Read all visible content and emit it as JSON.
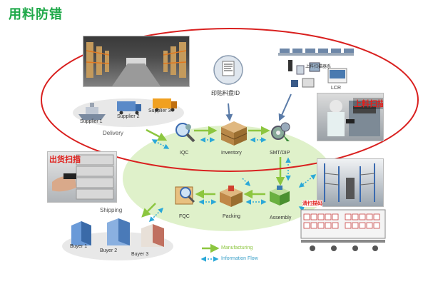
{
  "title": "用料防错",
  "center_label": "印贴料盘ID",
  "photo_labels": {
    "warehouse": "",
    "scan_in": "上料扫描",
    "scan_out": "出货扫描",
    "line_scan": "清扫描码",
    "lcr": "LCR",
    "scanner_station": "上料扫描器系"
  },
  "nodes": {
    "iqc": "IQC",
    "inventory": "Inventory",
    "smt": "SMT/DIP",
    "fqc": "FQC",
    "packing": "Packing",
    "assembly": "Assembly"
  },
  "suppliers": [
    "Supplier 1",
    "Supplier 2",
    "Supplier 3"
  ],
  "buyers": [
    "Buyer 1",
    "Buyer 2",
    "Buyer 3"
  ],
  "delivery": "Delivery",
  "shipping": "Shipping",
  "legend": {
    "manufacturing": "Manufacturing",
    "information": "Information Flow"
  },
  "colors": {
    "title": "#20a94a",
    "ellipse": "#d9201f",
    "manufacturing": "#8cc63f",
    "information": "#2aa8d8",
    "blob": "#dcefc4"
  }
}
